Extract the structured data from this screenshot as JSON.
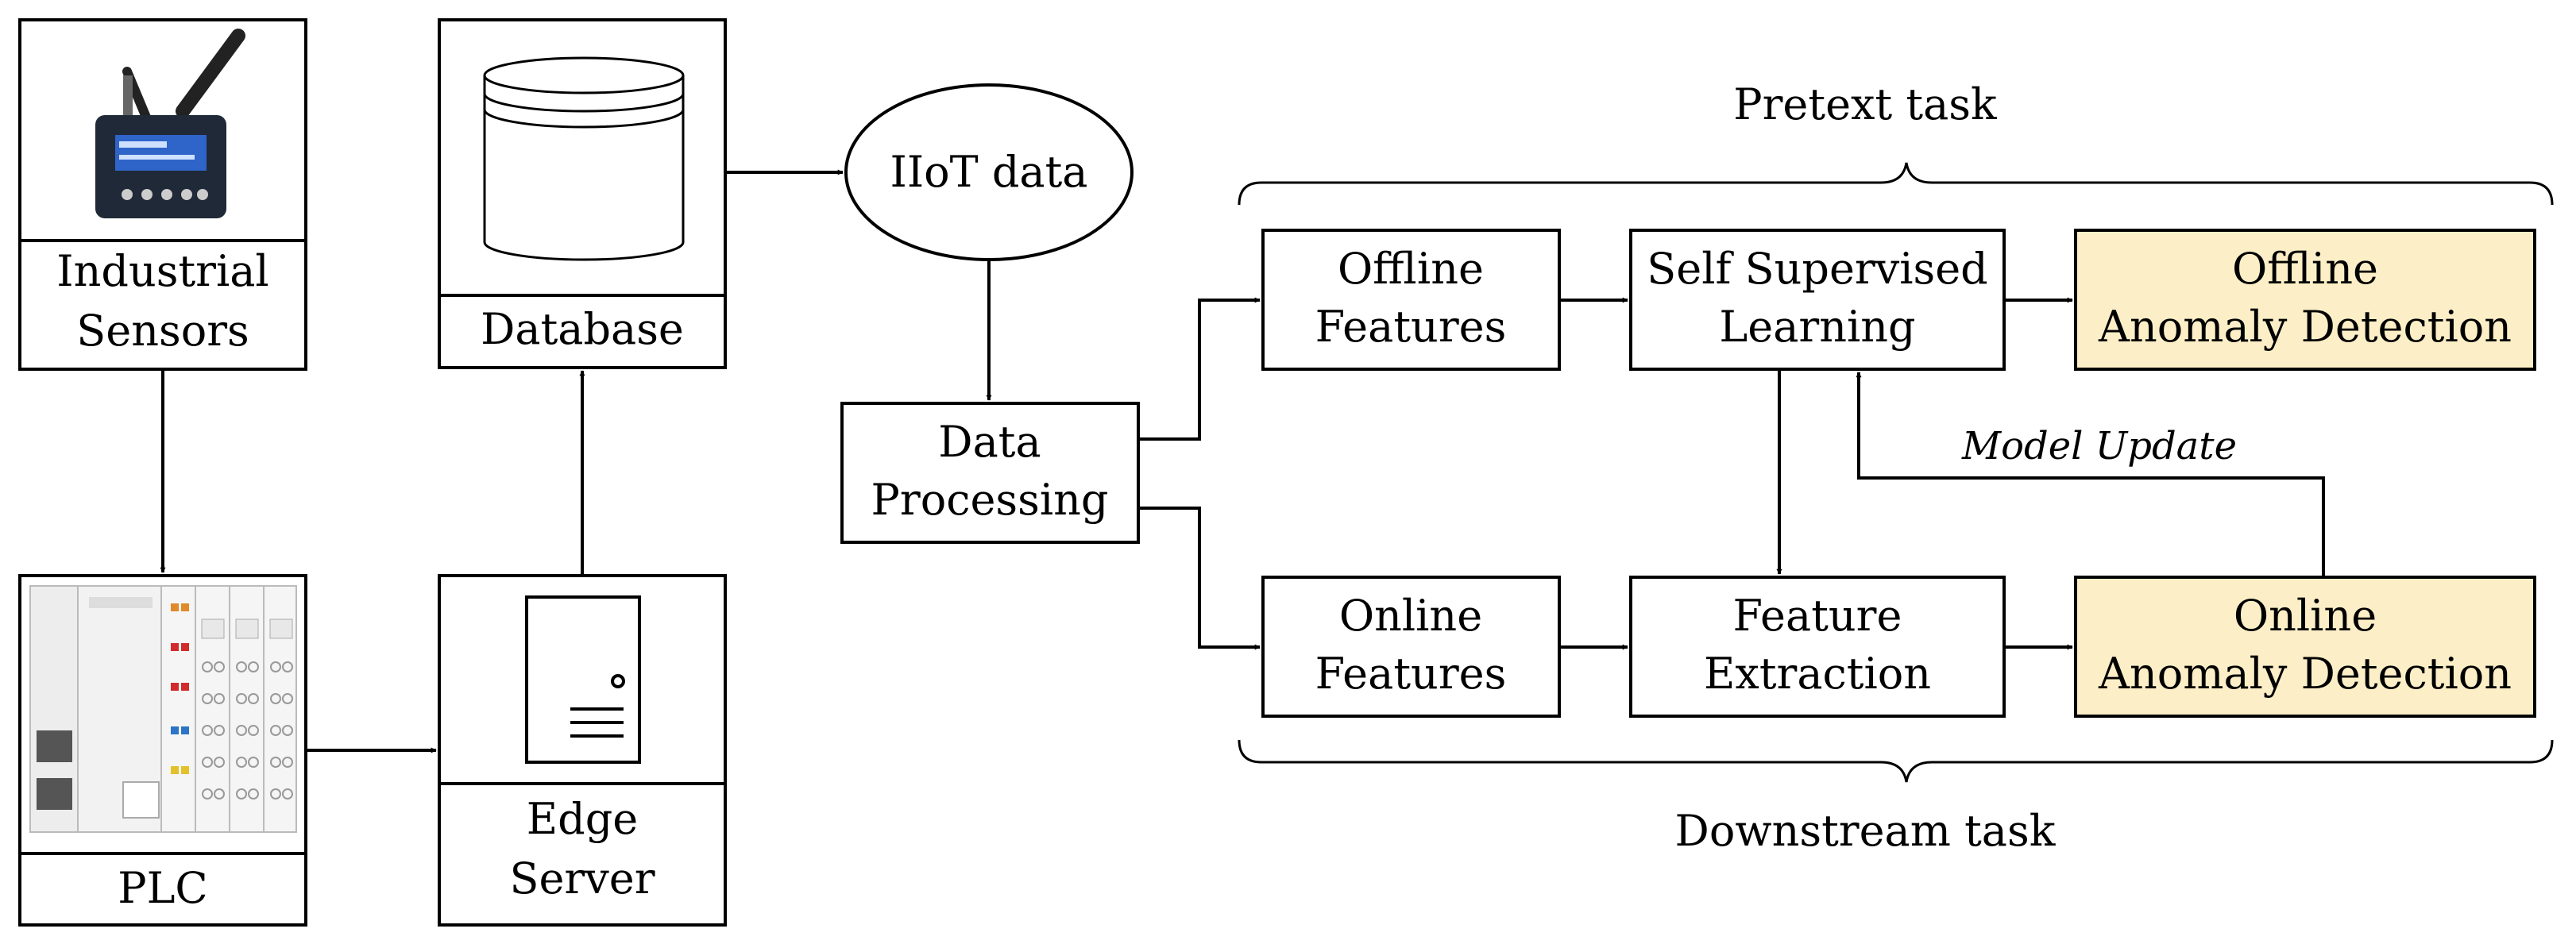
{
  "nodes": {
    "sensors": {
      "line1": "Industrial",
      "line2": "Sensors"
    },
    "database": {
      "label": "Database"
    },
    "plc": {
      "label": "PLC"
    },
    "edge_server": {
      "line1": "Edge",
      "line2": "Server"
    },
    "iiot_data": {
      "label": "IIoT data"
    },
    "data_processing": {
      "line1": "Data",
      "line2": "Processing"
    },
    "offline_features": {
      "line1": "Offline",
      "line2": "Features"
    },
    "self_supervised": {
      "line1": "Self Supervised",
      "line2": "Learning"
    },
    "offline_anomaly": {
      "line1": "Offline",
      "line2": "Anomaly Detection"
    },
    "online_features": {
      "line1": "Online",
      "line2": "Features"
    },
    "feature_extraction": {
      "line1": "Feature",
      "line2": "Extraction"
    },
    "online_anomaly": {
      "line1": "Online",
      "line2": "Anomaly Detection"
    }
  },
  "labels": {
    "pretext_task": "Pretext task",
    "downstream_task": "Downstream task",
    "model_update": "Model Update"
  },
  "colors": {
    "highlight_fill": "#FCEFC7",
    "stroke": "#000000",
    "device_dark": "#1f2937",
    "device_screen": "#2f64c8",
    "plc_body": "#eeeeee"
  }
}
